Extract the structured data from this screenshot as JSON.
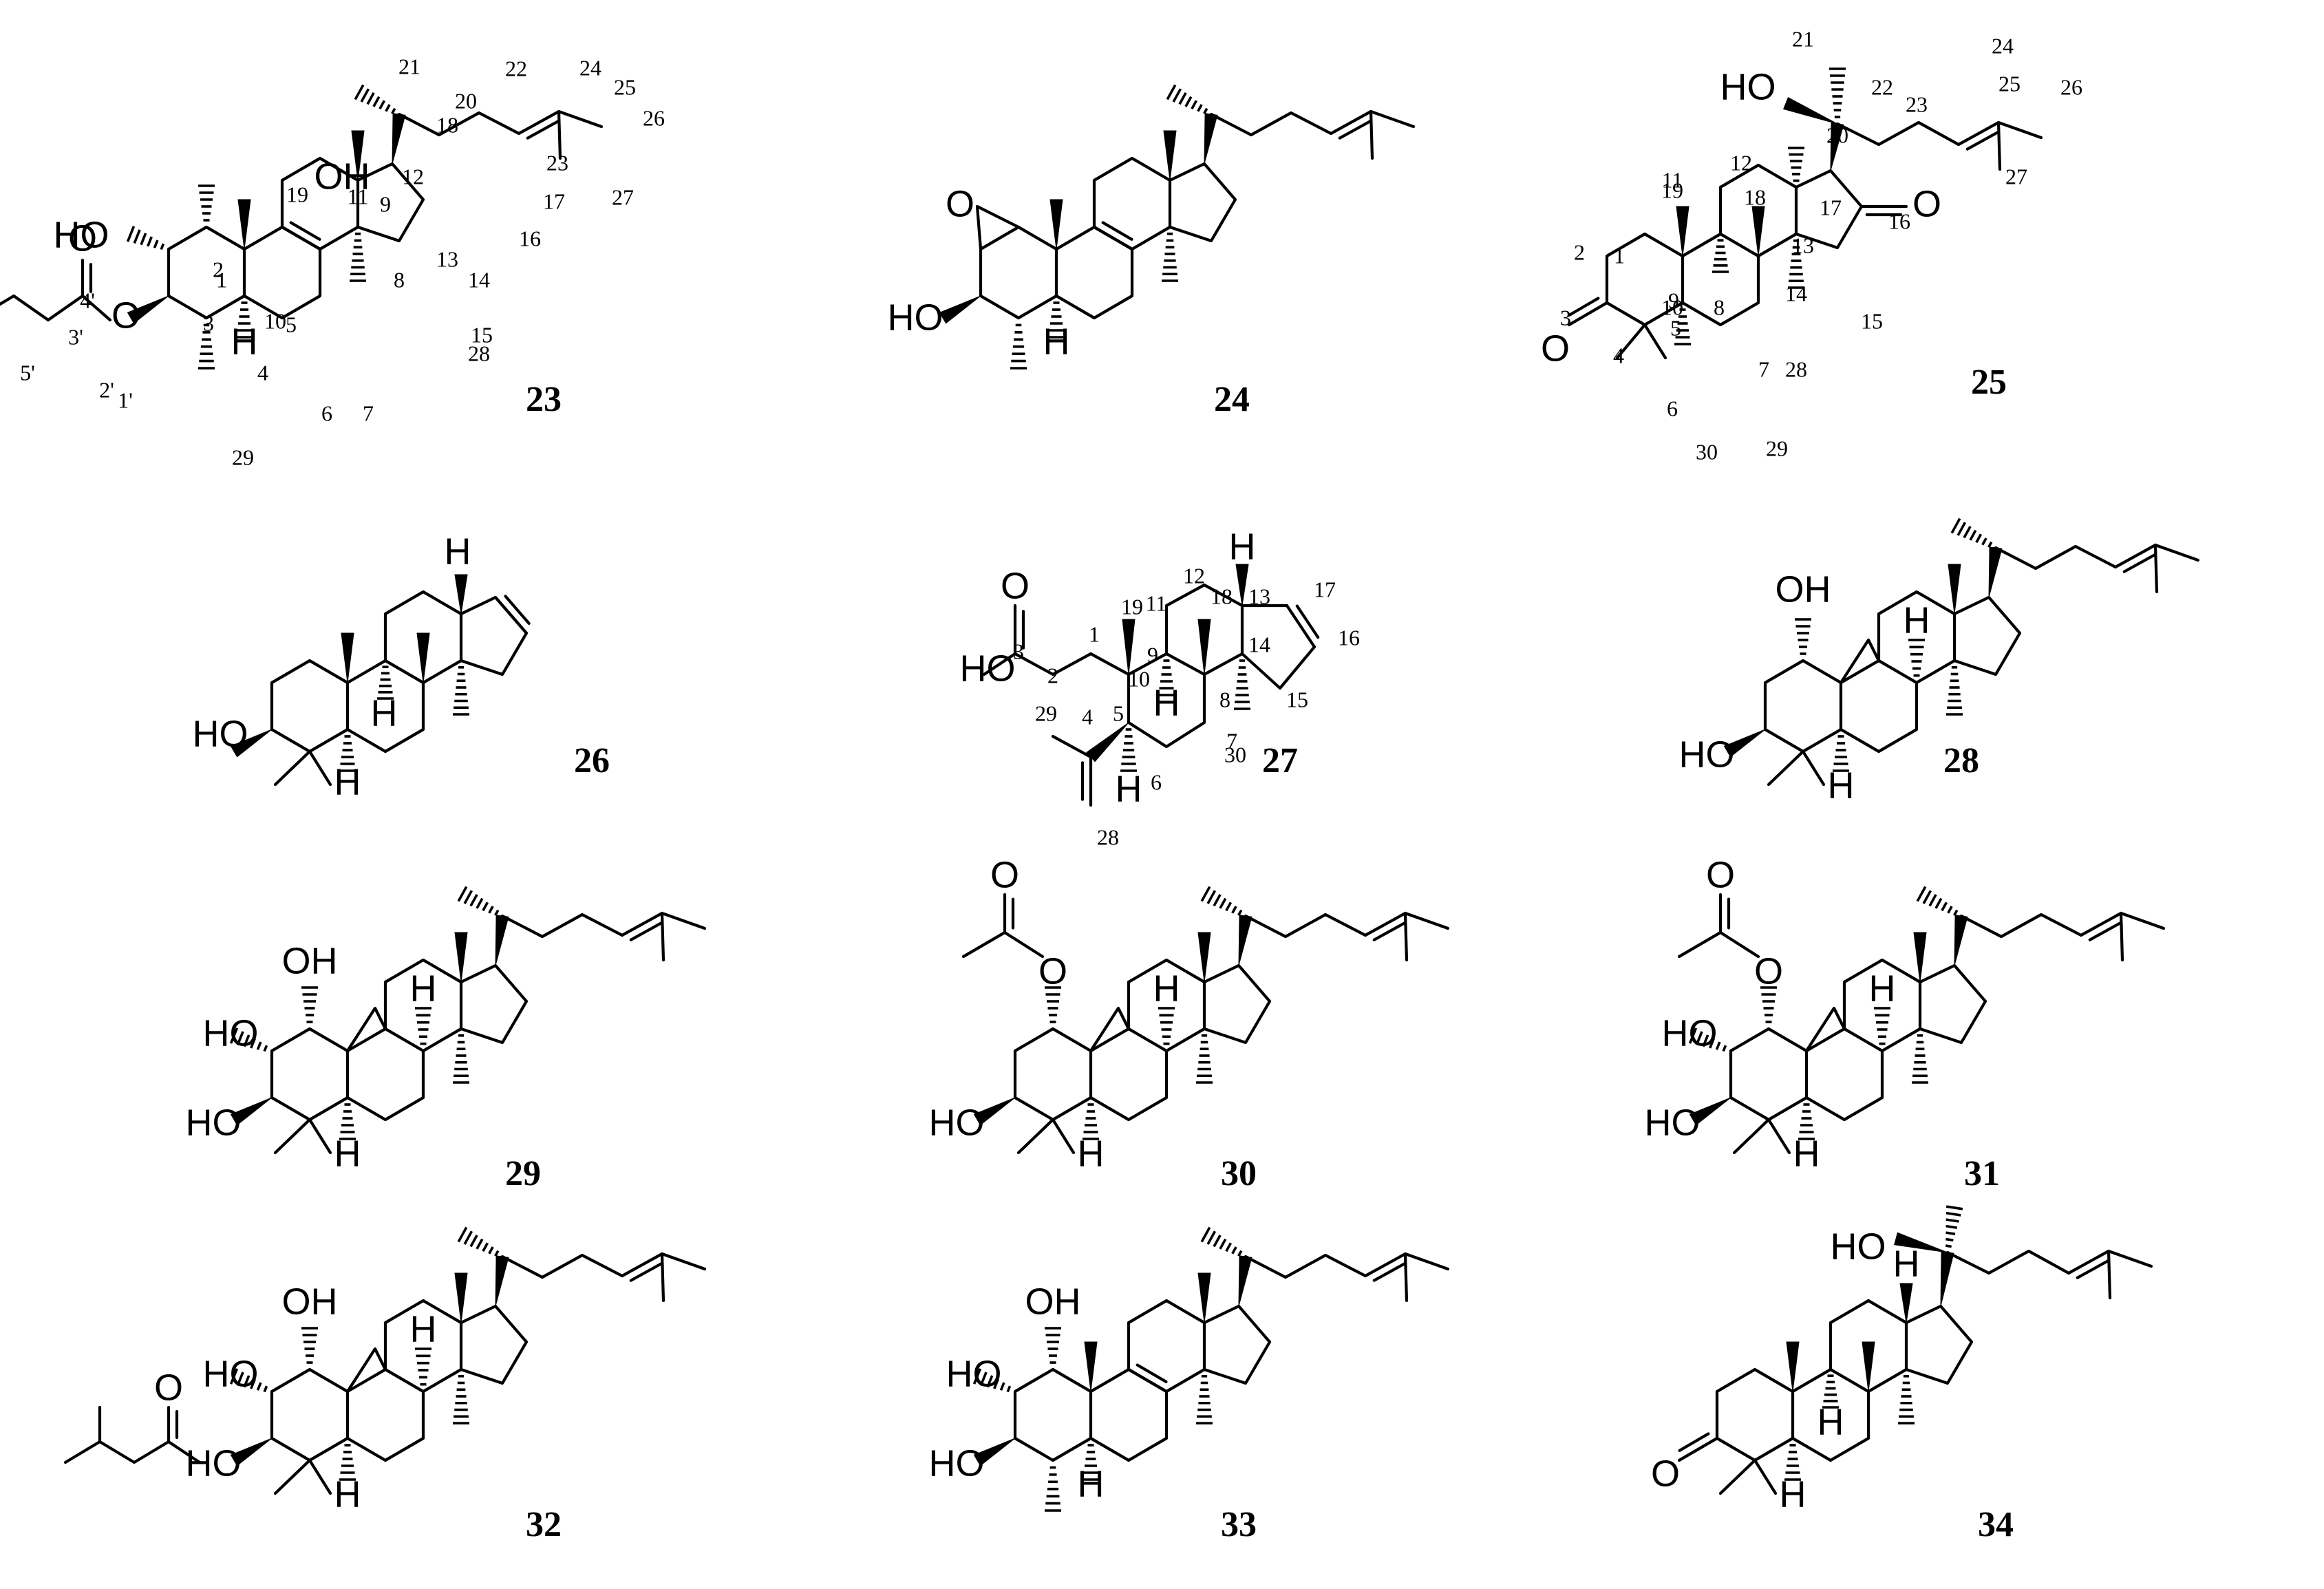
{
  "compounds": [
    {
      "id": "23",
      "numbering": [
        "1",
        "2",
        "3",
        "4",
        "5",
        "6",
        "7",
        "8",
        "9",
        "10",
        "11",
        "12",
        "13",
        "14",
        "15",
        "16",
        "17",
        "18",
        "19",
        "20",
        "21",
        "22",
        "23",
        "24",
        "25",
        "26",
        "27",
        "28",
        "29",
        "1'",
        "2'",
        "3'",
        "4'",
        "5'"
      ]
    },
    {
      "id": "24",
      "numbering": []
    },
    {
      "id": "25",
      "numbering": [
        "1",
        "2",
        "3",
        "4",
        "5",
        "6",
        "7",
        "8",
        "9",
        "10",
        "11",
        "12",
        "13",
        "14",
        "15",
        "16",
        "17",
        "18",
        "19",
        "20",
        "21",
        "22",
        "23",
        "24",
        "25",
        "26",
        "27",
        "28",
        "29",
        "30"
      ]
    },
    {
      "id": "26",
      "numbering": []
    },
    {
      "id": "27",
      "numbering": [
        "1",
        "2",
        "3",
        "4",
        "5",
        "6",
        "7",
        "8",
        "9",
        "10",
        "11",
        "12",
        "13",
        "14",
        "15",
        "16",
        "17",
        "18",
        "19",
        "28",
        "29",
        "30"
      ]
    },
    {
      "id": "28",
      "numbering": []
    },
    {
      "id": "29",
      "numbering": []
    },
    {
      "id": "30",
      "numbering": []
    },
    {
      "id": "31",
      "numbering": []
    },
    {
      "id": "32",
      "numbering": []
    },
    {
      "id": "33",
      "numbering": []
    },
    {
      "id": "34",
      "numbering": []
    }
  ],
  "atom_labels": {
    "hydroxyl": "HO",
    "hydroxyl_r": "OH",
    "oxygen": "O",
    "hydrogen": "H"
  }
}
